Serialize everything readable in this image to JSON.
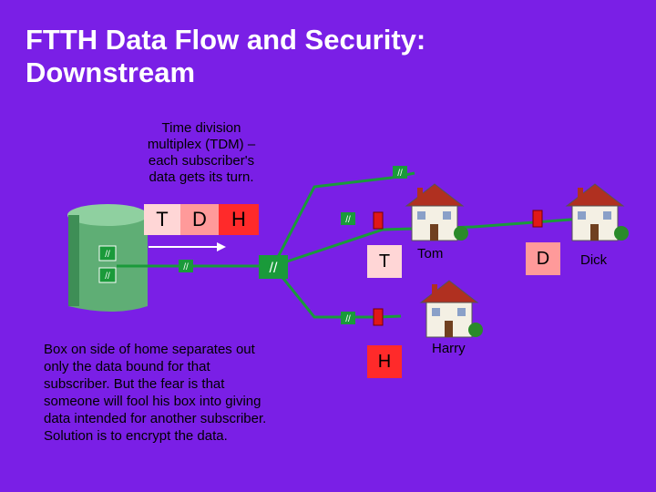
{
  "title": {
    "line1": "FTTH Data Flow and Security:",
    "line2": "Downstream"
  },
  "tdm_note": {
    "line1": "Time division",
    "line2": "multiplex (TDM) –",
    "line3": "each subscriber's",
    "line4": "data gets its turn."
  },
  "tdm_frame": {
    "cells": [
      "T",
      "D",
      "H"
    ],
    "colors": [
      "#ffd6d6",
      "#ff9a9a",
      "#ff2a2a"
    ]
  },
  "box_note": {
    "line1": "Box on side of home separates out",
    "line2": "only the data bound for that",
    "line3": "subscriber.  But the fear is that",
    "line4": "someone will fool his box into giving",
    "line5": "data intended for another subscriber.",
    "line6": "Solution is to encrypt the data."
  },
  "delivered": {
    "tom_letter": "T",
    "dick_letter": "D",
    "harry_letter": "H"
  },
  "subscribers": {
    "tom": "Tom",
    "dick": "Dick",
    "harry": "Harry"
  },
  "splice_mark": "//",
  "colors": {
    "background": "#7a1fe6",
    "fiber": "#1a9a3a",
    "office": "#5fae75",
    "red_box": "#e01818"
  }
}
